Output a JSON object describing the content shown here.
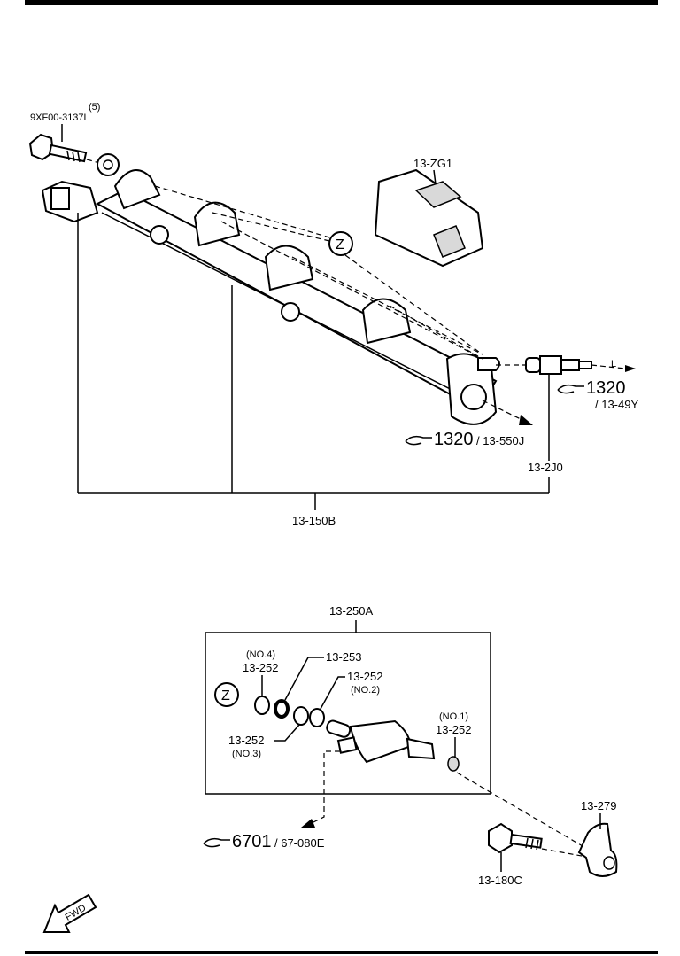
{
  "labels": {
    "bolt_qty": "(5)",
    "bolt_part": "9XF00-3137L",
    "cover": "13-ZG1",
    "ref_z_top": "Z",
    "ref_1320_a": "1320",
    "ref_13_49y": "/ 13-49Y",
    "ref_1320_b": "1320",
    "ref_13_550j": "/ 13-550J",
    "damper": "13-2J0",
    "rail": "13-150B",
    "injector_kit": "13-250A",
    "oring_no4_tag": "(NO.4)",
    "oring_no4": "13-252",
    "oring_253": "13-253",
    "oring_no2": "13-252",
    "oring_no2_tag": "(NO.2)",
    "ref_z_bottom": "Z",
    "oring_no1_tag": "(NO.1)",
    "oring_no1": "13-252",
    "oring_no3": "13-252",
    "oring_no3_tag": "(NO.3)",
    "ref_6701": "6701",
    "ref_67_080e": "/ 67-080E",
    "clamp": "13-279",
    "clamp_bolt": "13-180C",
    "fwd": "FWD"
  }
}
